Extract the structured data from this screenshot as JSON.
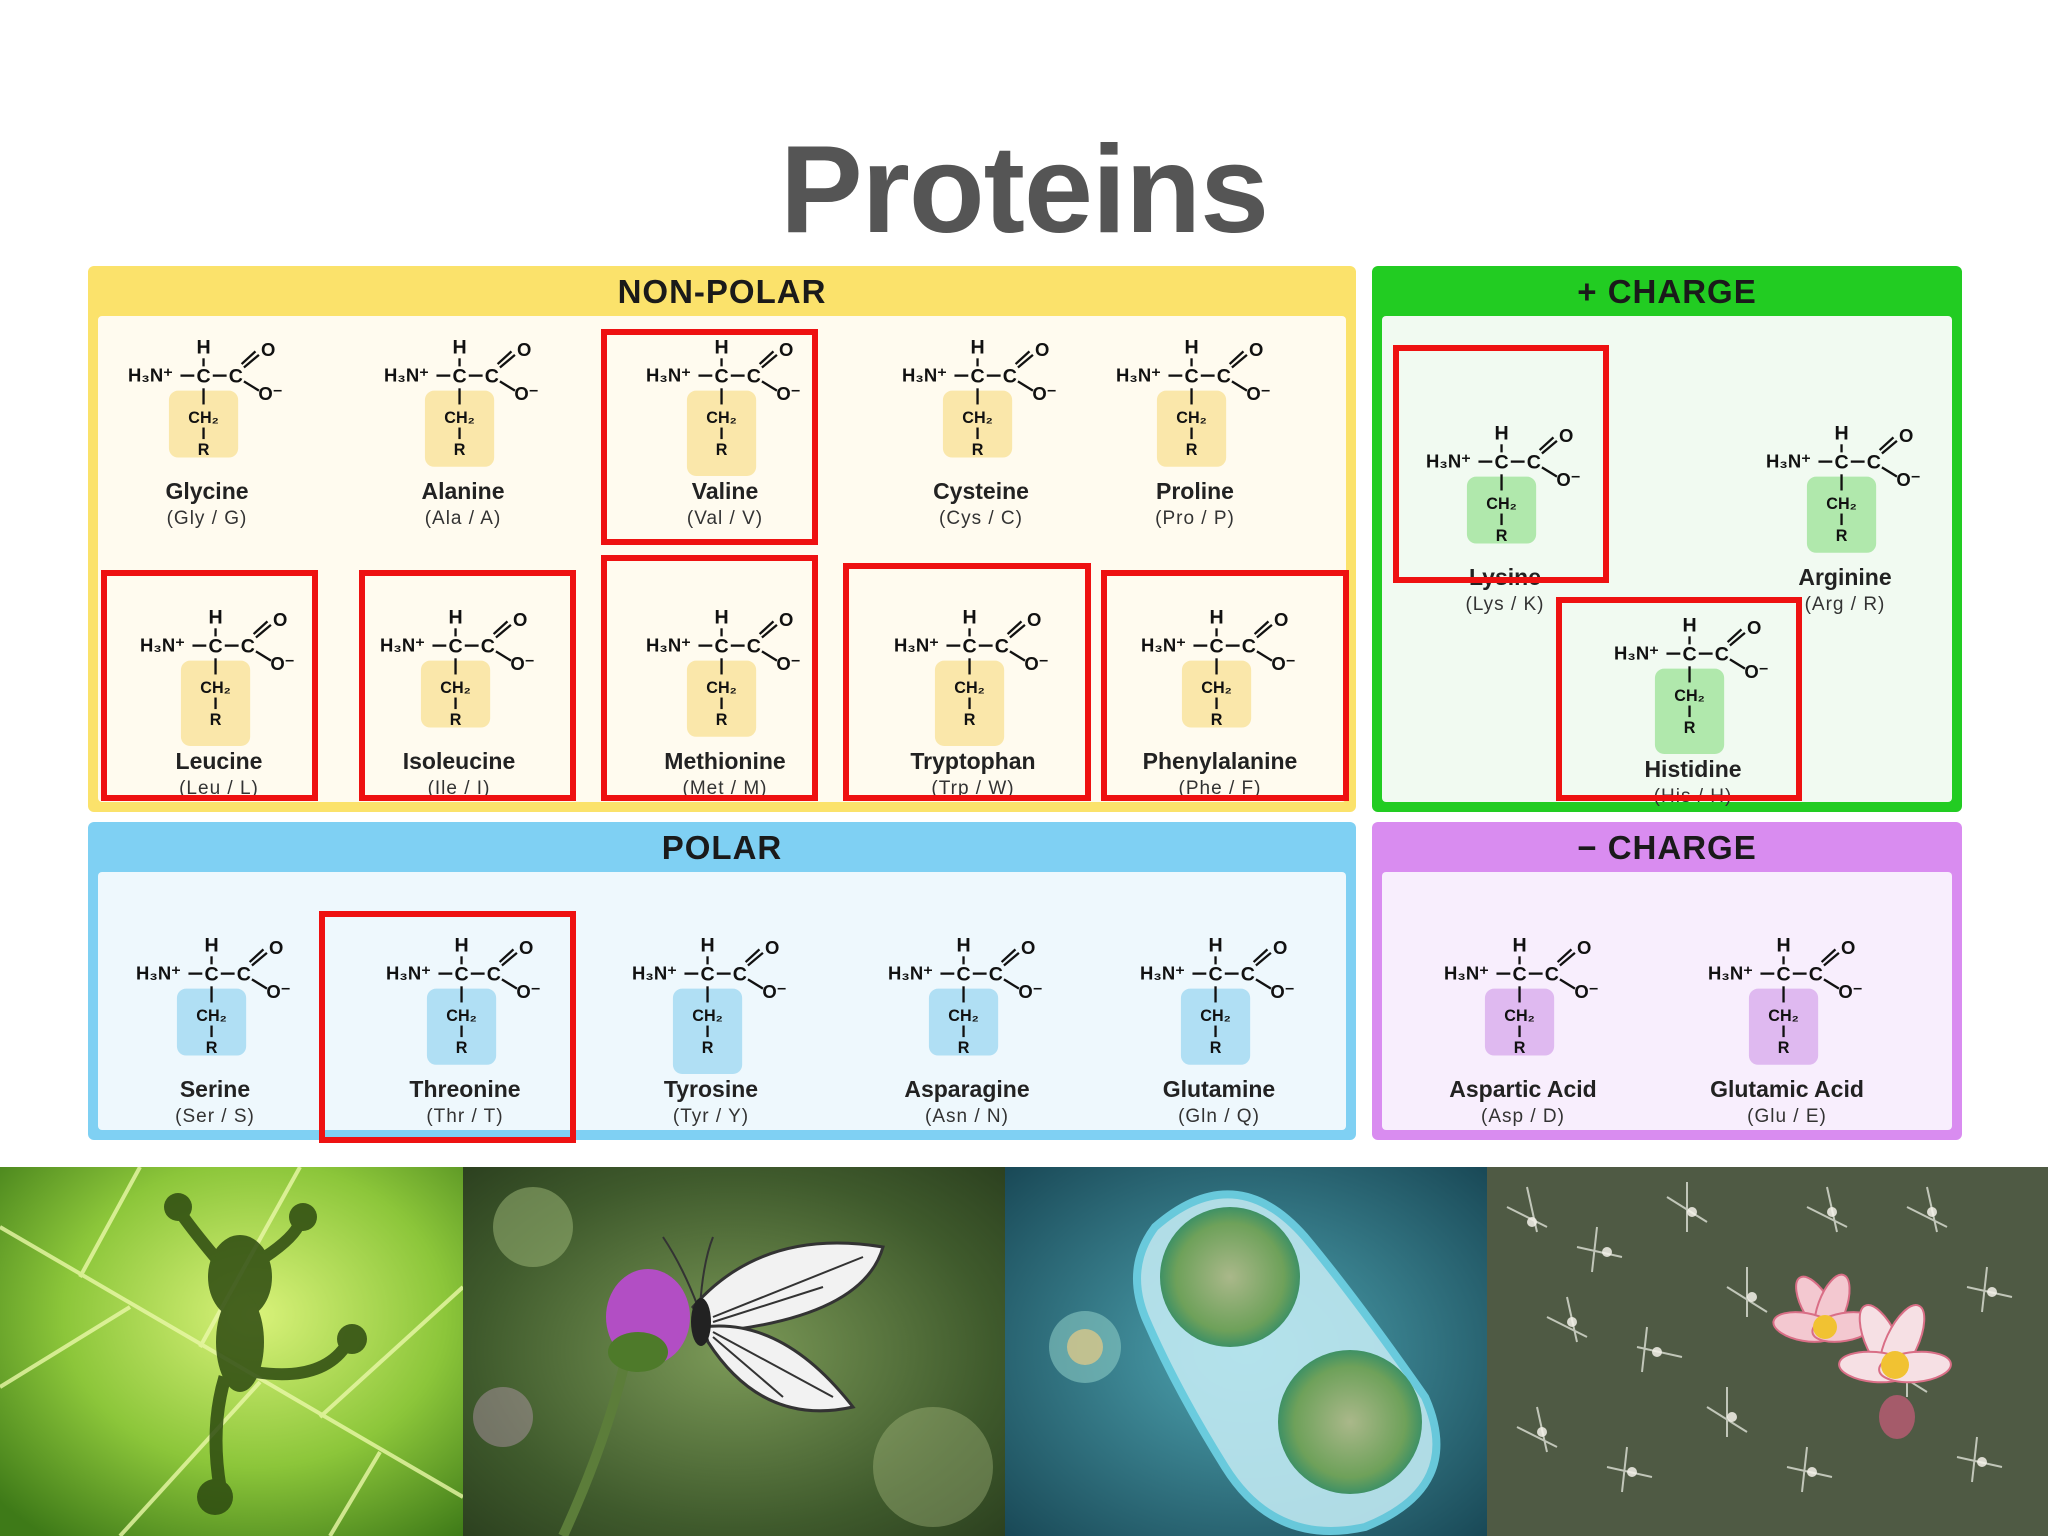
{
  "title": "Proteins",
  "colors": {
    "title": "#555555",
    "non_polar": "#fbe26b",
    "positive_charge": "#22cc22",
    "polar": "#7fd0f3",
    "negative_charge": "#d98cf0",
    "highlight": "#ee1111"
  },
  "groups": {
    "non_polar": {
      "label": "NON-POLAR",
      "items": [
        {
          "name": "Glycine",
          "abbr": "(Gly / G)",
          "highlighted": false
        },
        {
          "name": "Alanine",
          "abbr": "(Ala / A)",
          "highlighted": false
        },
        {
          "name": "Valine",
          "abbr": "(Val / V)",
          "highlighted": true
        },
        {
          "name": "Cysteine",
          "abbr": "(Cys / C)",
          "highlighted": false
        },
        {
          "name": "Proline",
          "abbr": "(Pro / P)",
          "highlighted": false
        },
        {
          "name": "Leucine",
          "abbr": "(Leu / L)",
          "highlighted": true
        },
        {
          "name": "Isoleucine",
          "abbr": "(Ile / I)",
          "highlighted": true
        },
        {
          "name": "Methionine",
          "abbr": "(Met / M)",
          "highlighted": true
        },
        {
          "name": "Tryptophan",
          "abbr": "(Trp / W)",
          "highlighted": true
        },
        {
          "name": "Phenylalanine",
          "abbr": "(Phe / F)",
          "highlighted": true
        }
      ]
    },
    "positive_charge": {
      "label": "+ CHARGE",
      "items": [
        {
          "name": "Lysine",
          "abbr": "(Lys / K)",
          "highlighted": true
        },
        {
          "name": "Arginine",
          "abbr": "(Arg / R)",
          "highlighted": false
        },
        {
          "name": "Histidine",
          "abbr": "(His / H)",
          "highlighted": true
        }
      ]
    },
    "polar": {
      "label": "POLAR",
      "items": [
        {
          "name": "Serine",
          "abbr": "(Ser / S)",
          "highlighted": false
        },
        {
          "name": "Threonine",
          "abbr": "(Thr / T)",
          "highlighted": true
        },
        {
          "name": "Tyrosine",
          "abbr": "(Tyr / Y)",
          "highlighted": false
        },
        {
          "name": "Asparagine",
          "abbr": "(Asn / N)",
          "highlighted": false
        },
        {
          "name": "Glutamine",
          "abbr": "(Gln / Q)",
          "highlighted": false
        }
      ]
    },
    "negative_charge": {
      "label": "− CHARGE",
      "items": [
        {
          "name": "Aspartic Acid",
          "abbr": "(Asp / D)",
          "highlighted": false
        },
        {
          "name": "Glutamic Acid",
          "abbr": "(Glu / E)",
          "highlighted": false
        }
      ]
    }
  },
  "photos": [
    {
      "subject": "frog silhouette on green leaf"
    },
    {
      "subject": "butterfly on purple flower"
    },
    {
      "subject": "dividing cell"
    },
    {
      "subject": "cactus with pink flowers"
    }
  ]
}
